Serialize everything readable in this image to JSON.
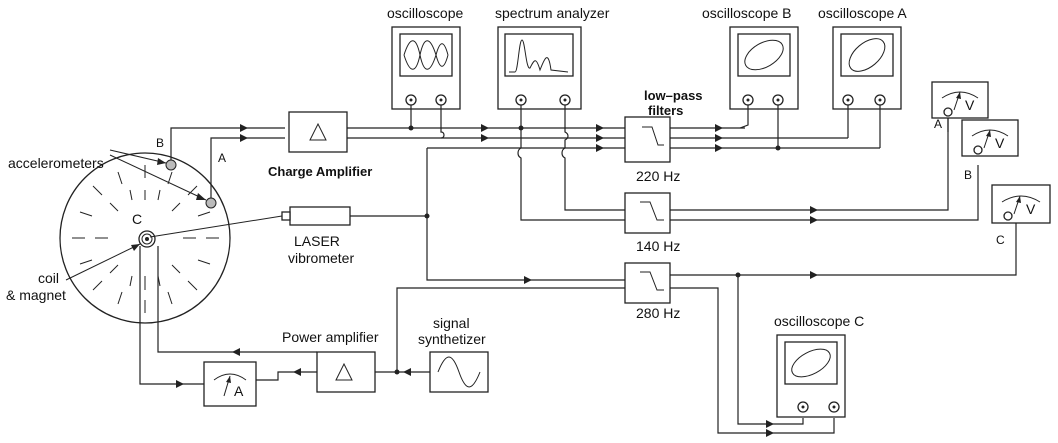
{
  "labels": {
    "oscilloscope": "oscilloscope",
    "spectrum_analyzer": "spectrum analyzer",
    "oscilloscope_b": "oscilloscope B",
    "oscilloscope_a": "oscilloscope A",
    "oscilloscope_c": "oscilloscope C",
    "low_pass_1": "low–pass",
    "low_pass_2": "filters",
    "charge_amplifier": "Charge Amplifier",
    "accelerometers": "accelerometers",
    "laser_1": "LASER",
    "laser_2": "vibrometer",
    "coil_1": "coil",
    "coil_2": "& magnet",
    "power_amplifier": "Power amplifier",
    "signal_1": "signal",
    "signal_2": "synthetizer",
    "filter_220": "220 Hz",
    "filter_140": "140 Hz",
    "filter_280": "280 Hz",
    "point_a": "A",
    "point_b": "B",
    "point_c": "C",
    "voltmeter_a": "A",
    "voltmeter_b": "B",
    "voltmeter_c": "C",
    "volt_symbol": "V",
    "amp_symbol": "A"
  }
}
